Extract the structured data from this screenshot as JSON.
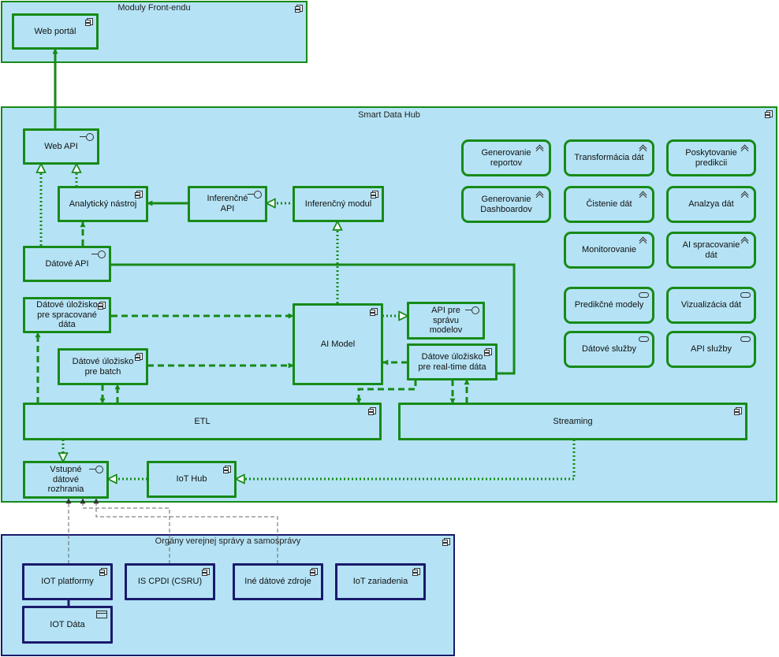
{
  "frames": {
    "frontend": "Moduly Front-endu",
    "hub": "Smart Data Hub",
    "org": "Orgány verejnej správy a samosprávy"
  },
  "nodes": {
    "web_portal": "Web portál",
    "web_api": "Web API",
    "analytics": "Analytický nástroj",
    "inference_api": "Inferenčné\nAPI",
    "inference_module": "Inferenčný modul",
    "data_api": "Dátové API",
    "processed_store": "Dátové úložisko\npre spracované\ndáta",
    "ai_model": "AI Model",
    "model_api": "API pre\nsprávu\nmodelov",
    "batch_store": "Dátové úložisko\npre batch",
    "realtime_store": "Dátove úložisko\npre real-time dáta",
    "etl": "ETL",
    "streaming": "Streaming",
    "input_interfaces": "Vstupné\ndátové\nrozhrania",
    "iot_hub": "IoT Hub",
    "iot_platforms": "IOT platformy",
    "is_cpdi": "IS CPDI (CSRU)",
    "other_sources": "Iné dátové zdroje",
    "iot_devices": "IoT zariadenia",
    "iot_data": "IOT Dáta"
  },
  "functions": [
    "Generovanie\nreportov",
    "Transformácia dát",
    "Poskytovanie\npredikcii",
    "Generovanie\nDashboardov",
    "Čistenie dát",
    "Analzya dát",
    "Monitorovanie",
    "AI spracovanie\ndát"
  ],
  "services": [
    "Predikčné modely",
    "Vizualizácia dát",
    "Dátové služby",
    "API služby"
  ],
  "colors": {
    "fill": "#b5e3f5",
    "green": "#178a17",
    "navy": "#1a1a6b",
    "gray": "#666666"
  }
}
